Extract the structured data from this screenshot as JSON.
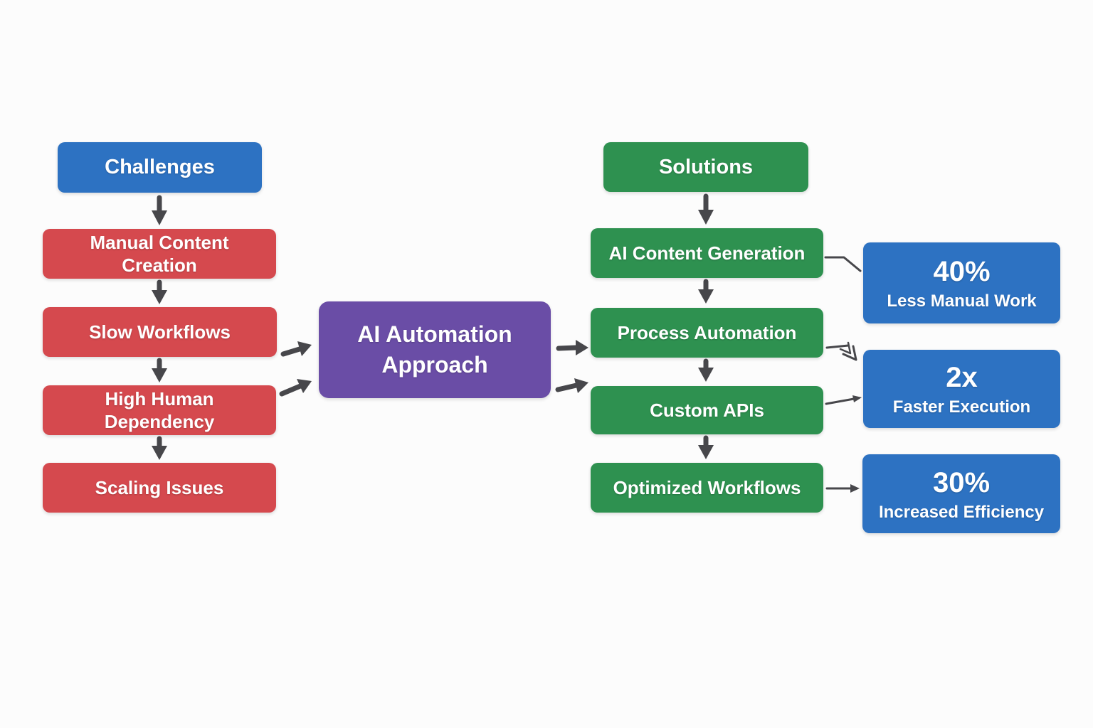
{
  "colors": {
    "bg": "#fcfcfc",
    "blue": "#2d72c2",
    "red": "#d5494e",
    "green": "#2e9150",
    "purple": "#6a4da6",
    "arrow": "#47474b",
    "text": "#ffffff"
  },
  "challenges": {
    "header": "Challenges",
    "items": [
      "Manual Content Creation",
      "Slow Workflows",
      "High Human Dependency",
      "Scaling Issues"
    ]
  },
  "center": {
    "label": "AI Automation Approach"
  },
  "solutions": {
    "header": "Solutions",
    "items": [
      "AI Content Generation",
      "Process Automation",
      "Custom APIs",
      "Optimized Workflows"
    ]
  },
  "outcomes": [
    {
      "value": "40%",
      "label": "Less Manual Work"
    },
    {
      "value": "2x",
      "label": "Faster Execution"
    },
    {
      "value": "30%",
      "label": "Increased Efficiency"
    }
  ]
}
